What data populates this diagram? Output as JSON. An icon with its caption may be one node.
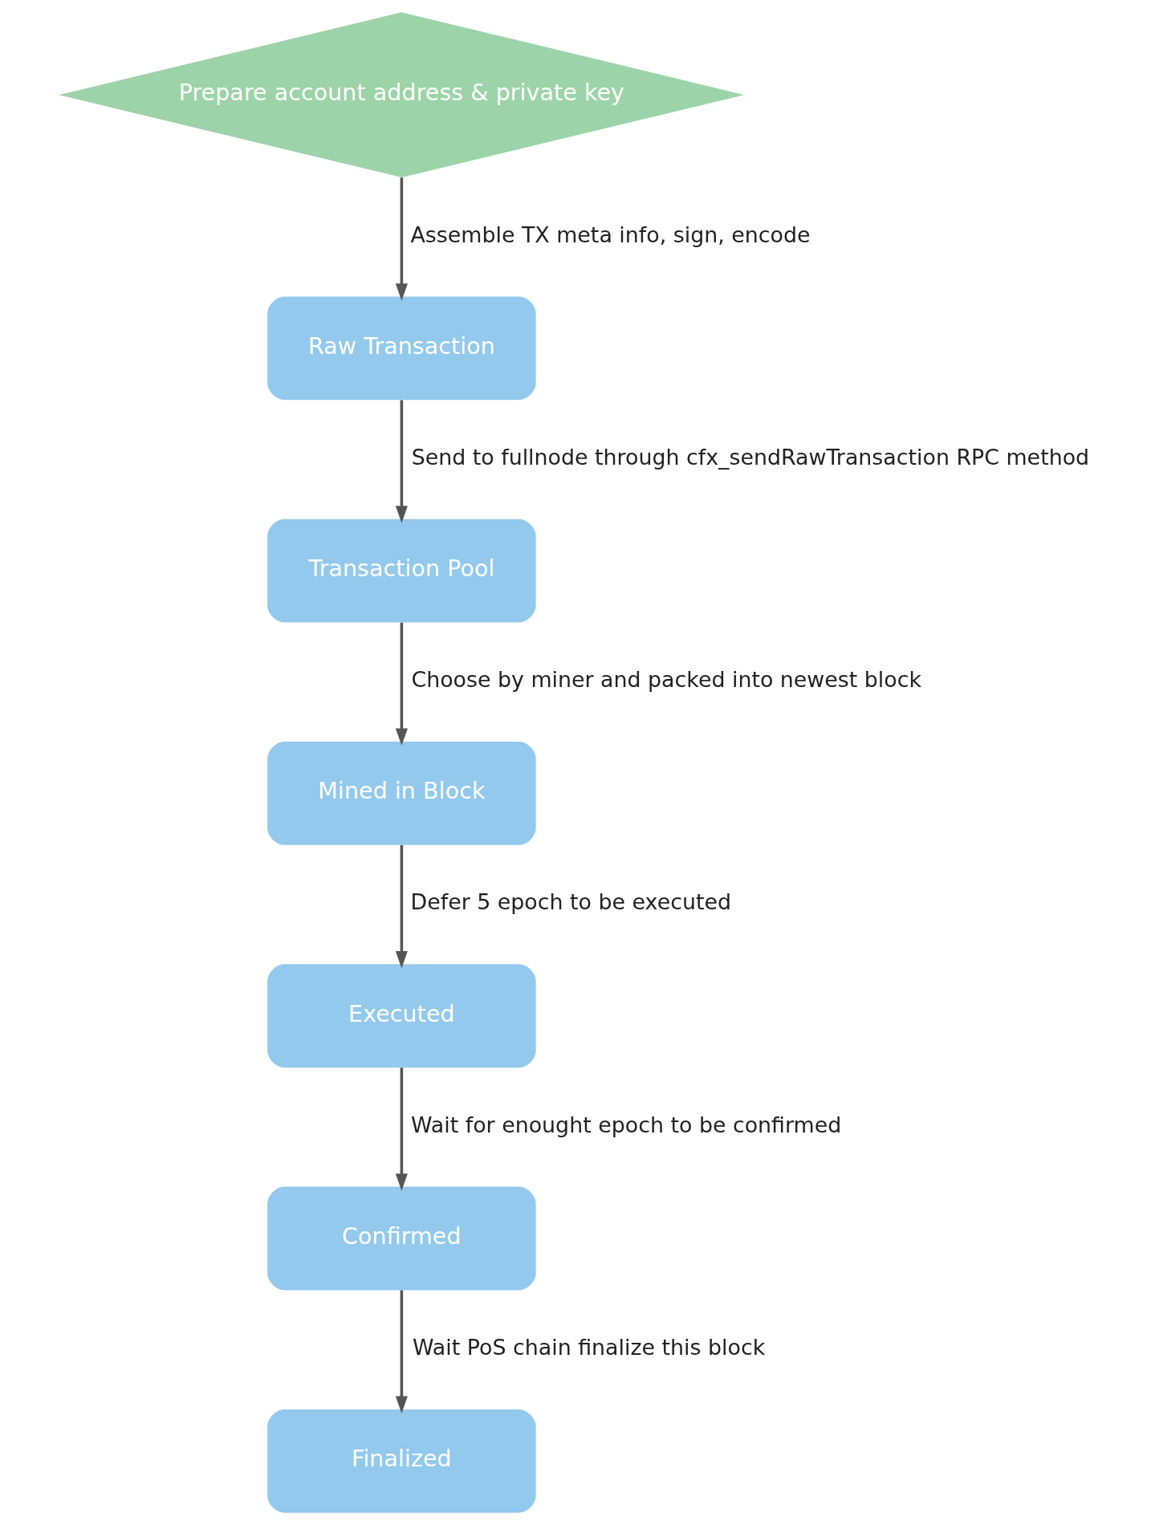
{
  "diagram": {
    "nodes": [
      {
        "text": [
          "Prepare account address & private key"
        ]
      },
      {
        "text": [
          "Raw Transaction"
        ]
      },
      {
        "text": [
          "Transaction Pool"
        ]
      },
      {
        "text": [
          "Mined in Block"
        ]
      },
      {
        "text": [
          "Executed"
        ]
      },
      {
        "text": [
          "Confirmed"
        ]
      },
      {
        "text": [
          "Finalized"
        ]
      }
    ],
    "edges": [
      {
        "from": 0,
        "to": 1,
        "arrow": "to",
        "label": "Assemble TX meta info, sign, encode"
      },
      {
        "from": 1,
        "to": 2,
        "arrow": "to",
        "label": "Send to fullnode through cfx_sendRawTransaction RPC method"
      },
      {
        "from": 2,
        "to": 3,
        "arrow": "to",
        "label": "Choose by miner and packed into newest block"
      },
      {
        "from": 3,
        "to": 4,
        "arrow": "to",
        "label": "Defer 5 epoch to be executed"
      },
      {
        "from": 4,
        "to": 5,
        "arrow": "to",
        "label": "Wait for enought epoch to be confirmed"
      },
      {
        "from": 5,
        "to": 6,
        "arrow": "to",
        "label": "Wait PoS chain finalize this block"
      }
    ]
  }
}
